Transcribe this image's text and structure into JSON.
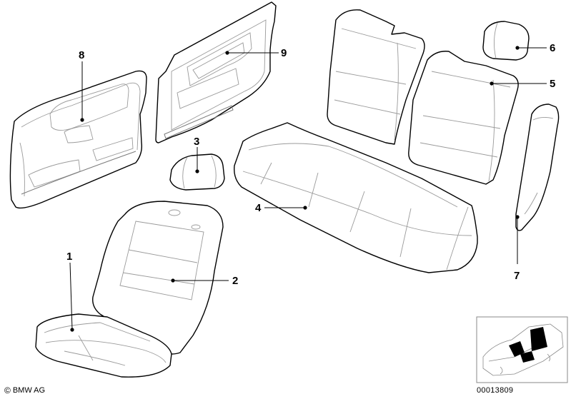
{
  "callouts": [
    {
      "id": "1",
      "label": "1"
    },
    {
      "id": "2",
      "label": "2"
    },
    {
      "id": "3",
      "label": "3"
    },
    {
      "id": "4",
      "label": "4"
    },
    {
      "id": "5",
      "label": "5"
    },
    {
      "id": "6",
      "label": "6"
    },
    {
      "id": "7",
      "label": "7"
    },
    {
      "id": "8",
      "label": "8"
    },
    {
      "id": "9",
      "label": "9"
    }
  ],
  "footer": {
    "copyright_symbol": "©",
    "copyright_text": "BMW AG",
    "diagram_code": "00013809"
  }
}
